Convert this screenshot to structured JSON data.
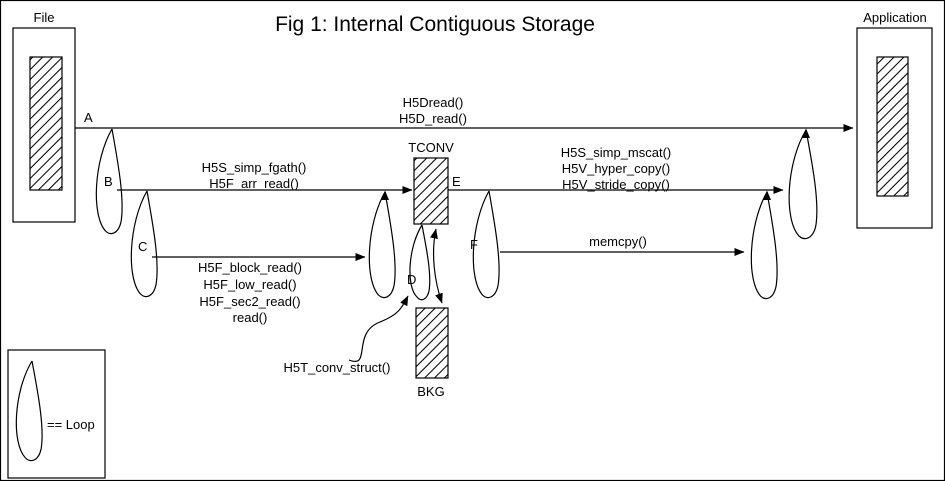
{
  "title": "Fig 1:  Internal Contiguous Storage",
  "nodes": {
    "file": "File",
    "application": "Application",
    "tconv": "TCONV",
    "bkg": "BKG"
  },
  "markers": {
    "a": "A",
    "b": "B",
    "c": "C",
    "d": "D",
    "e": "E",
    "f": "F"
  },
  "labels": {
    "line_a": [
      "H5Dread()",
      "H5D_read()"
    ],
    "line_b": [
      "H5S_simp_fgath()",
      "H5F_arr_read()"
    ],
    "line_c": [
      "H5F_block_read()",
      "H5F_low_read()",
      "H5F_sec2_read()",
      "read()"
    ],
    "line_e": [
      "H5S_simp_mscat()",
      "H5V_hyper_copy()",
      "H5V_stride_copy()"
    ],
    "line_f": [
      "memcpy()"
    ],
    "conv": "H5T_conv_struct()"
  },
  "legend": {
    "text": "== Loop"
  },
  "colors": {
    "ink": "#000000",
    "background": "#ffffff"
  }
}
